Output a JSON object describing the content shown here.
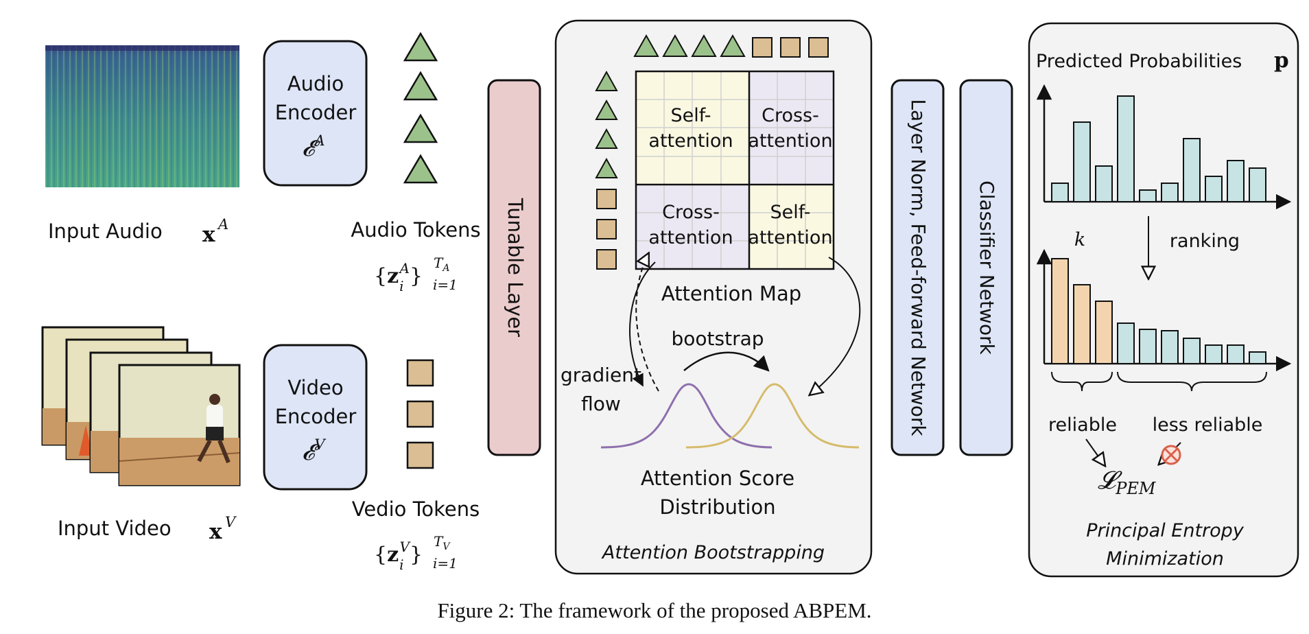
{
  "input_audio": {
    "label": "Input Audio",
    "math": "xA"
  },
  "input_video": {
    "label": "Input Video",
    "math": "xV"
  },
  "audio_encoder": {
    "line1": "Audio",
    "line2": "Encoder",
    "math": "𝓔A"
  },
  "video_encoder": {
    "line1": "Video",
    "line2": "Encoder",
    "math": "𝓔V"
  },
  "audio_tokens": {
    "label": "Audio Tokens",
    "math_set": "{zi^A}",
    "math_sup": "TA",
    "math_sub": "i=1"
  },
  "video_tokens": {
    "label": "Vedio Tokens",
    "math_set": "{zi^V}",
    "math_sup": "TV",
    "math_sub": "i=1"
  },
  "tunable_layer": "Tunable Layer",
  "layer_norm": "Layer Norm, Feed-forward Network",
  "classifier": "Classifier Network",
  "attention_panel": {
    "title": "Attention Bootstrapping",
    "map_label": "Attention Map",
    "cells": {
      "top_left": [
        "Self-",
        "attention"
      ],
      "top_right": [
        "Cross-",
        "attention"
      ],
      "bottom_left": [
        "Cross-",
        "attention"
      ],
      "bottom_right": [
        "Self-",
        "attention"
      ]
    },
    "bootstrap": "bootstrap",
    "gradient_flow": [
      "gradient",
      "flow"
    ],
    "distribution": [
      "Attention Score",
      "Distribution"
    ]
  },
  "pem_panel": {
    "predicted": "Predicted Probabilities",
    "p_symbol": "p",
    "k_symbol": "k",
    "ranking": "ranking",
    "reliable": "reliable",
    "less_reliable": "less reliable",
    "loss": "𝓛PEM",
    "title": [
      "Principal Entropy",
      "Minimization"
    ]
  },
  "colors": {
    "encoder_fill": "#dde5f6",
    "tunable_fill": "#ebcccc",
    "panel_fill": "#f3f3f3",
    "audio_token": "#9cc28b",
    "video_token": "#dbbe93",
    "self_attn": "#fbf8e2",
    "cross_attn": "#ece8f3",
    "bar_blue": "#c7e3e4",
    "bar_orange": "#f3d4af",
    "curve_purple": "#8e70ad",
    "curve_yellow": "#d6bb6c",
    "forbid_red": "#d9624c"
  },
  "caption": "Figure 2: The framework of the proposed ABPEM."
}
